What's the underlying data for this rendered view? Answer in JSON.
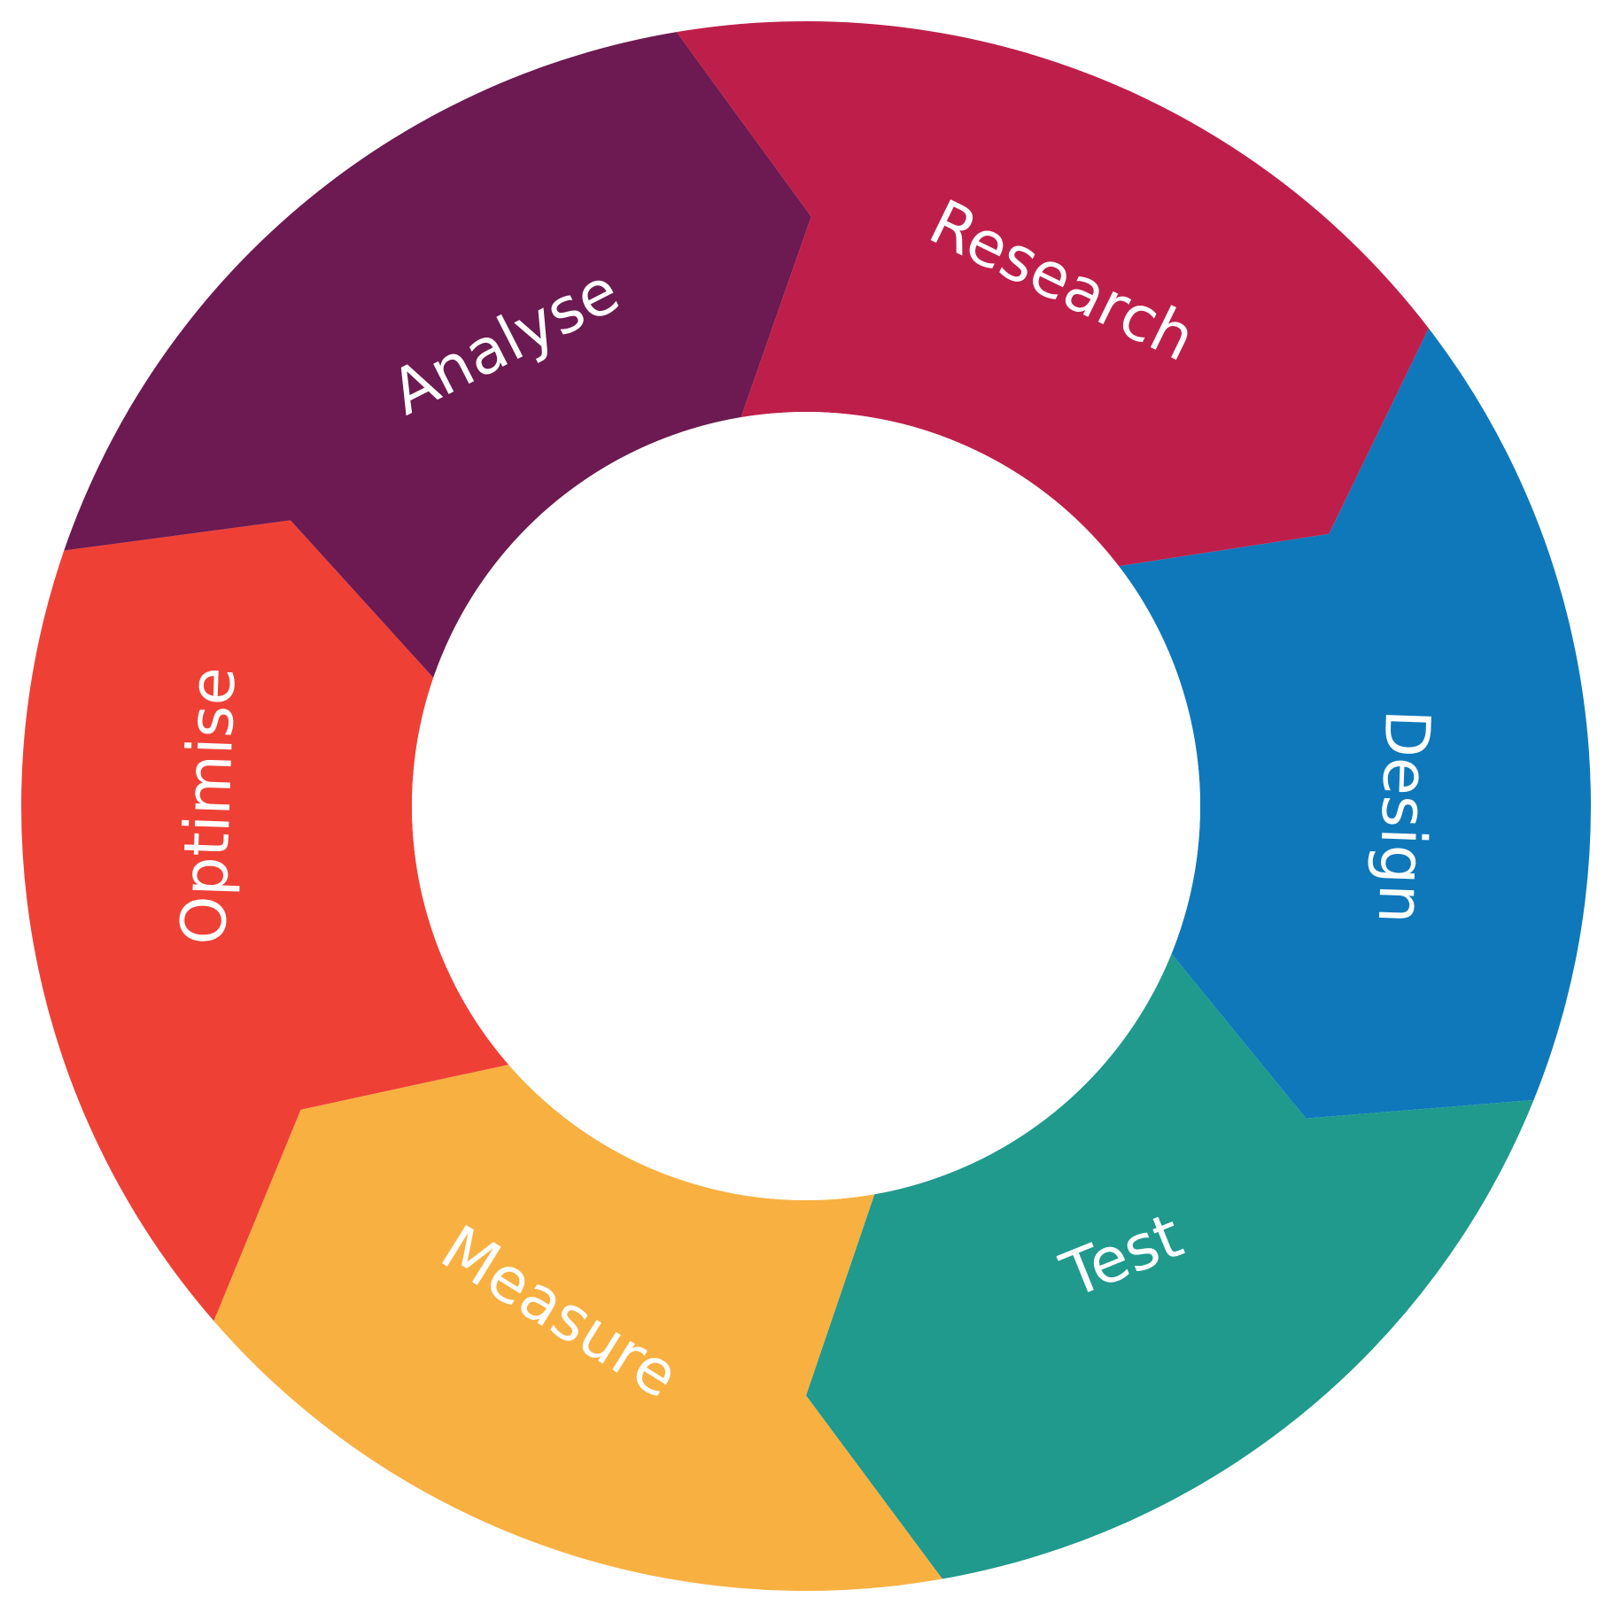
{
  "diagram": {
    "type": "cycle-wheel",
    "direction": "clockwise",
    "stages": [
      {
        "id": "research",
        "label": "Research",
        "color": "#BE1F4A"
      },
      {
        "id": "design",
        "label": "Design",
        "color": "#0F78BB"
      },
      {
        "id": "test",
        "label": "Test",
        "color": "#1F9A8D"
      },
      {
        "id": "measure",
        "label": "Measure",
        "color": "#F8B041"
      },
      {
        "id": "optimise",
        "label": "Optimise",
        "color": "#EF4036"
      },
      {
        "id": "analyse",
        "label": "Analyse",
        "color": "#6C1A51"
      }
    ]
  }
}
